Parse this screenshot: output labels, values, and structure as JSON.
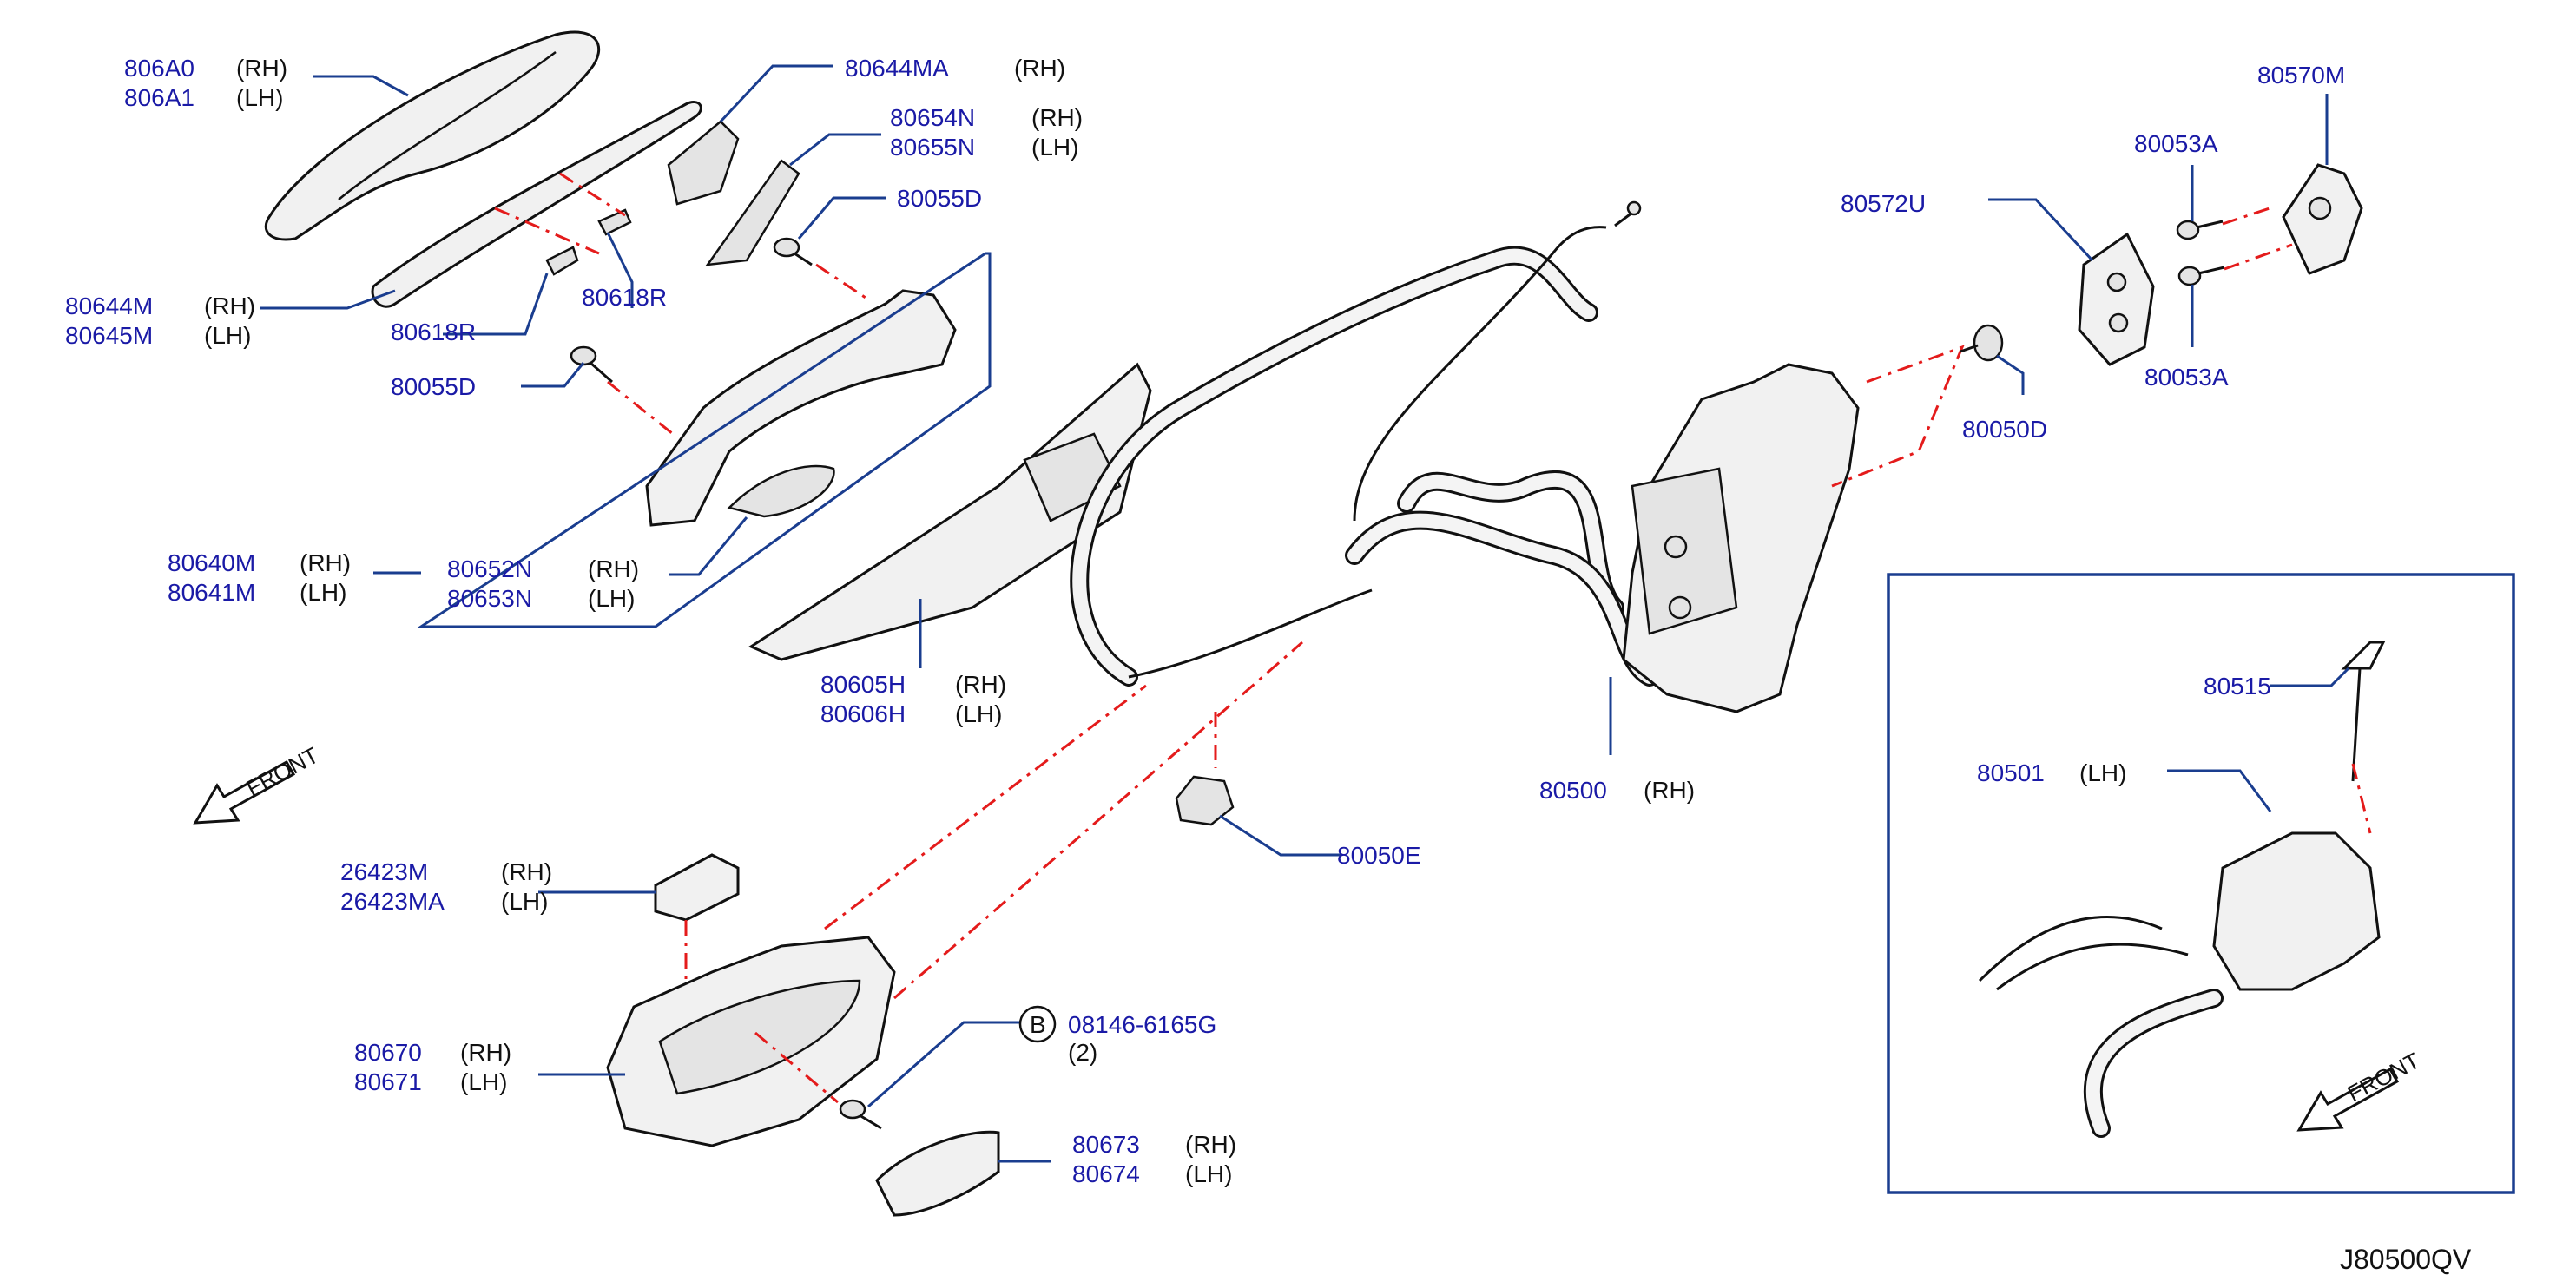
{
  "labels": {
    "l806A0": "806A0",
    "s806A0": "(RH)",
    "l806A1": "806A1",
    "s806A1": "(LH)",
    "l80644MA": "80644MA",
    "s80644MA": "(RH)",
    "l80654N": "80654N",
    "s80654N": "(RH)",
    "l80655N": "80655N",
    "s80655N": "(LH)",
    "l80055D_top": "80055D",
    "l80644M": "80644M",
    "s80644M": "(RH)",
    "l80645M": "80645M",
    "s80645M": "(LH)",
    "l80618R_a": "80618R",
    "l80618R_b": "80618R",
    "l80055D_mid": "80055D",
    "l80640M": "80640M",
    "s80640M": "(RH)",
    "l80641M": "80641M",
    "s80641M": "(LH)",
    "l80652N": "80652N",
    "s80652N": "(RH)",
    "l80653N": "80653N",
    "s80653N": "(LH)",
    "l80605H": "80605H",
    "s80605H": "(RH)",
    "l80606H": "80606H",
    "s80606H": "(LH)",
    "l80572U": "80572U",
    "l80053A_top": "80053A",
    "l80053A_bot": "80053A",
    "l80570M": "80570M",
    "l80050D": "80050D",
    "l80500": "80500",
    "s80500": "(RH)",
    "l80050E": "80050E",
    "l26423M": "26423M",
    "s26423M": "(RH)",
    "l26423MA": "26423MA",
    "s26423MA": "(LH)",
    "l80670": "80670",
    "s80670": "(RH)",
    "l80671": "80671",
    "s80671": "(LH)",
    "bolt_circle": "B",
    "l08146": "08146-6165G",
    "s08146": "(2)",
    "l80673": "80673",
    "s80673": "(RH)",
    "l80674": "80674",
    "s80674": "(LH)",
    "l80515": "80515",
    "l80501": "80501",
    "s80501": "(LH)"
  },
  "front_left": "FRONT",
  "front_right": "FRONT",
  "diagram_code": "J80500QV",
  "colors": {
    "part_number": "#1a1aa6",
    "leader": "#1a3d8f",
    "dashed_guide": "#e41b1b",
    "line_art": "#111111"
  }
}
